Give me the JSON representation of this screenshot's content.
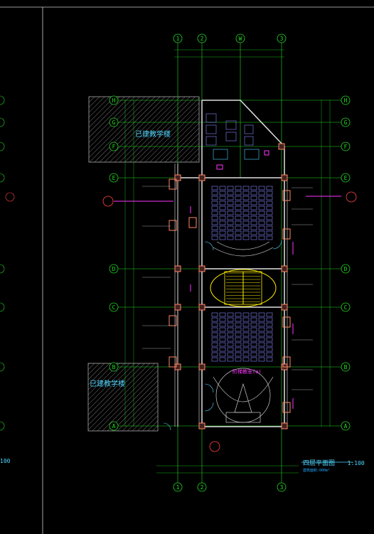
{
  "drawing": {
    "title": "四层平面图",
    "scale": "1:100",
    "subtitle": "建筑面积:000m²",
    "left_edge_scale": "100",
    "existing_building_labels": [
      "已建教学楼",
      "已建教学楼"
    ],
    "room_label": "阶梯教室(a)"
  },
  "grid_axes": {
    "horizontal": [
      "1",
      "2",
      "W",
      "3"
    ],
    "horizontal_bottom": [
      "1",
      "2",
      "3"
    ],
    "vertical": [
      "H",
      "G",
      "F",
      "E",
      "D",
      "C",
      "B",
      "A"
    ]
  },
  "colors": {
    "background": "#000000",
    "grid": "#22dd22",
    "wall": "#e0e0e0",
    "column": "#ff8866",
    "seat": "#8888ff",
    "stair": "#ffee00",
    "hatch": "#888888",
    "text": "#4fd6ff",
    "magenta": "#ff33ff",
    "dim": "#cccccc"
  }
}
